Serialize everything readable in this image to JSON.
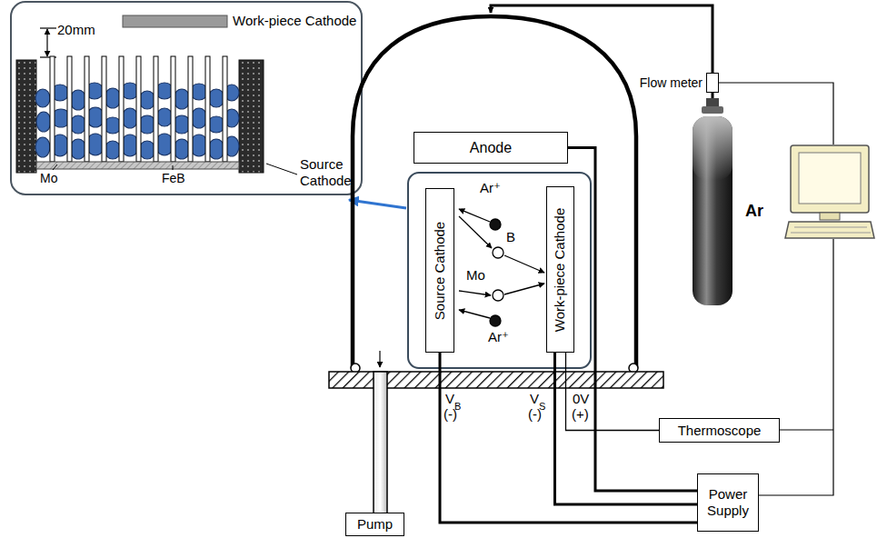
{
  "diagram": {
    "nodes": [
      {
        "text": [
          "Anode"
        ]
      },
      {
        "text": [
          "Source Cathode"
        ]
      },
      {
        "text": [
          "Work-piece Cathode"
        ]
      },
      {
        "text": [
          "Flow meter"
        ]
      },
      {
        "text": [
          "Thermoscope"
        ]
      },
      {
        "text": [
          "Power Supply"
        ]
      },
      {
        "text": [
          "Pump"
        ]
      }
    ],
    "edges": [
      {
        "from": 0,
        "to": 5,
        "arrow": "none"
      },
      {
        "from": 1,
        "to": 5,
        "arrow": "none"
      },
      {
        "from": 2,
        "to": 5,
        "arrow": "none"
      },
      {
        "from": 2,
        "to": 4,
        "arrow": "none"
      }
    ],
    "labels": [
      "Work-piece Cathode",
      "20mm",
      "Source Cathode",
      "Mo",
      "FeB",
      "Ar⁺",
      "B",
      "Mo",
      "Ar⁺",
      "Ar",
      "V",
      "B",
      "(-)",
      "V",
      "S",
      "(-)",
      "0V",
      "(+)"
    ]
  }
}
